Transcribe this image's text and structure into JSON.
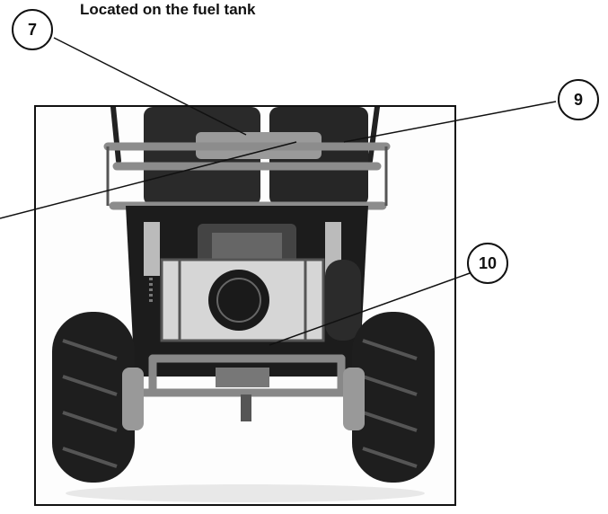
{
  "caption": "Located on the fuel tank",
  "callouts": {
    "c7": "7",
    "c9": "9",
    "c10": "10"
  }
}
